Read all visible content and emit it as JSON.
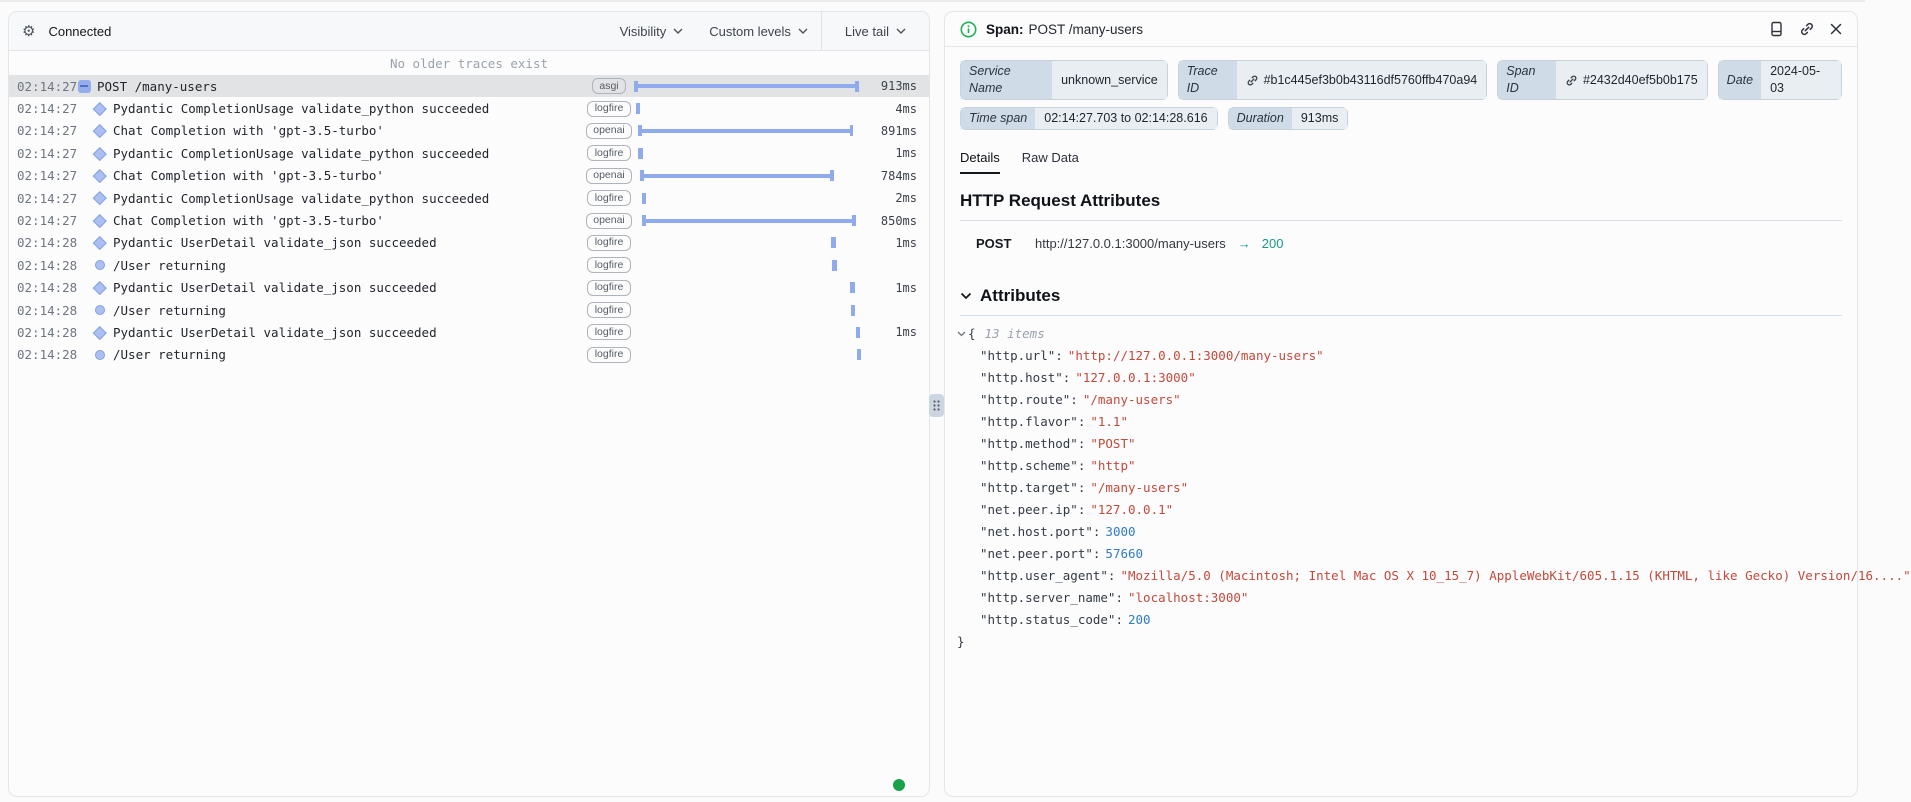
{
  "colors": {
    "accent_blue_bar": "#8fabec",
    "selected_row_bg": "#e2e3e5",
    "badge_label_bg": "#cfdbe6",
    "badge_value_bg": "#e9eef3",
    "teal_status": "#16998b",
    "json_string": "#c3493b",
    "json_number": "#2e7cc6",
    "live_dot_green": "#17a24b",
    "info_icon_green": "#21af53"
  },
  "left_panel": {
    "header": {
      "gear_icon": "gear-icon",
      "status": "Connected",
      "visibility_label": "Visibility",
      "custom_levels_label": "Custom levels",
      "live_tail_label": "Live tail"
    },
    "empty_notice": "No older traces exist",
    "rows": [
      {
        "time": "02:14:27",
        "icon": "collapse",
        "label": "POST /many-users",
        "tag": "asgi",
        "duration": "913ms",
        "selected": "true",
        "indent": "0",
        "bar": {
          "kind": "bar",
          "left": "0%",
          "width": "99.5%"
        }
      },
      {
        "time": "02:14:27",
        "icon": "diamond",
        "label": "Pydantic CompletionUsage validate_python succeeded",
        "tag": "logfire",
        "duration": "4ms",
        "selected": "false",
        "indent": "1",
        "bar": {
          "kind": "tick",
          "left": "0.4%"
        }
      },
      {
        "time": "02:14:27",
        "icon": "diamond",
        "label": "Chat Completion with 'gpt-3.5-turbo'",
        "tag": "openai",
        "duration": "891ms",
        "selected": "false",
        "indent": "1",
        "bar": {
          "kind": "bar",
          "left": "1.8%",
          "width": "95.1%"
        }
      },
      {
        "time": "02:14:27",
        "icon": "diamond",
        "label": "Pydantic CompletionUsage validate_python succeeded",
        "tag": "logfire",
        "duration": "1ms",
        "selected": "false",
        "indent": "1",
        "bar": {
          "kind": "tick",
          "left": "1.5%"
        }
      },
      {
        "time": "02:14:27",
        "icon": "diamond",
        "label": "Chat Completion with 'gpt-3.5-turbo'",
        "tag": "openai",
        "duration": "784ms",
        "selected": "false",
        "indent": "1",
        "bar": {
          "kind": "bar",
          "left": "2.7%",
          "width": "85.6%"
        }
      },
      {
        "time": "02:14:27",
        "icon": "diamond",
        "label": "Pydantic CompletionUsage validate_python succeeded",
        "tag": "logfire",
        "duration": "2ms",
        "selected": "false",
        "indent": "1",
        "bar": {
          "kind": "tick",
          "left": "3%"
        }
      },
      {
        "time": "02:14:27",
        "icon": "diamond",
        "label": "Chat Completion with 'gpt-3.5-turbo'",
        "tag": "openai",
        "duration": "850ms",
        "selected": "false",
        "indent": "1",
        "bar": {
          "kind": "bar",
          "left": "3.6%",
          "width": "94.6%"
        }
      },
      {
        "time": "02:14:28",
        "icon": "diamond",
        "label": "Pydantic UserDetail validate_json succeeded",
        "tag": "logfire",
        "duration": "1ms",
        "selected": "false",
        "indent": "1",
        "bar": {
          "kind": "tick",
          "left": "87.5%"
        }
      },
      {
        "time": "02:14:28",
        "icon": "circle",
        "label": "/User returning",
        "tag": "logfire",
        "duration": "",
        "selected": "false",
        "indent": "1",
        "bar": {
          "kind": "tick",
          "left": "88%"
        }
      },
      {
        "time": "02:14:28",
        "icon": "diamond",
        "label": "Pydantic UserDetail validate_json succeeded",
        "tag": "logfire",
        "duration": "1ms",
        "selected": "false",
        "indent": "1",
        "bar": {
          "kind": "tick",
          "left": "96%"
        }
      },
      {
        "time": "02:14:28",
        "icon": "circle",
        "label": "/User returning",
        "tag": "logfire",
        "duration": "",
        "selected": "false",
        "indent": "1",
        "bar": {
          "kind": "tick",
          "left": "96.3%"
        }
      },
      {
        "time": "02:14:28",
        "icon": "diamond",
        "label": "Pydantic UserDetail validate_json succeeded",
        "tag": "logfire",
        "duration": "1ms",
        "selected": "false",
        "indent": "1",
        "bar": {
          "kind": "tick",
          "left": "98.5%"
        }
      },
      {
        "time": "02:14:28",
        "icon": "circle",
        "label": "/User returning",
        "tag": "logfire",
        "duration": "",
        "selected": "false",
        "indent": "1",
        "bar": {
          "kind": "tick",
          "left": "99%"
        }
      }
    ]
  },
  "right_panel": {
    "header": {
      "kind_label": "Span:",
      "title": "POST /many-users"
    },
    "badges": [
      {
        "label": "Service Name",
        "value": "unknown_service"
      },
      {
        "label": "Trace ID",
        "value": "#b1c445ef3b0b43116df5760ffb470a94"
      },
      {
        "label": "Span ID",
        "value": "#2432d40ef5b0b175"
      },
      {
        "label": "Date",
        "value": "2024-05-03"
      },
      {
        "label": "Time span",
        "value": "02:14:27.703 to 02:14:28.616"
      },
      {
        "label": "Duration",
        "value": "913ms"
      }
    ],
    "tabs": [
      {
        "label": "Details",
        "active": "true"
      },
      {
        "label": "Raw Data",
        "active": "false"
      }
    ],
    "http_section": {
      "heading": "HTTP Request Attributes",
      "method": "POST",
      "url": "http://127.0.0.1:3000/many-users",
      "arrow": "→",
      "status_code": "200"
    },
    "attributes": {
      "heading": "Attributes",
      "open_brace": "{",
      "close_brace": "}",
      "items_count": "13 items",
      "items": [
        {
          "key": "\"http.url\":",
          "value": "\"http://127.0.0.1:3000/many-users\"",
          "type": "string"
        },
        {
          "key": "\"http.host\":",
          "value": "\"127.0.0.1:3000\"",
          "type": "string"
        },
        {
          "key": "\"http.route\":",
          "value": "\"/many-users\"",
          "type": "string"
        },
        {
          "key": "\"http.flavor\":",
          "value": "\"1.1\"",
          "type": "string"
        },
        {
          "key": "\"http.method\":",
          "value": "\"POST\"",
          "type": "string"
        },
        {
          "key": "\"http.scheme\":",
          "value": "\"http\"",
          "type": "string"
        },
        {
          "key": "\"http.target\":",
          "value": "\"/many-users\"",
          "type": "string"
        },
        {
          "key": "\"net.peer.ip\":",
          "value": "\"127.0.0.1\"",
          "type": "string"
        },
        {
          "key": "\"net.host.port\":",
          "value": "3000",
          "type": "number"
        },
        {
          "key": "\"net.peer.port\":",
          "value": "57660",
          "type": "number"
        },
        {
          "key": "\"http.user_agent\":",
          "value": "\"Mozilla/5.0 (Macintosh; Intel Mac OS X 10_15_7) AppleWebKit/605.1.15 (KHTML, like Gecko) Version/16....\"",
          "type": "string"
        },
        {
          "key": "\"http.server_name\":",
          "value": "\"localhost:3000\"",
          "type": "string"
        },
        {
          "key": "\"http.status_code\":",
          "value": "200",
          "type": "number"
        }
      ]
    }
  }
}
